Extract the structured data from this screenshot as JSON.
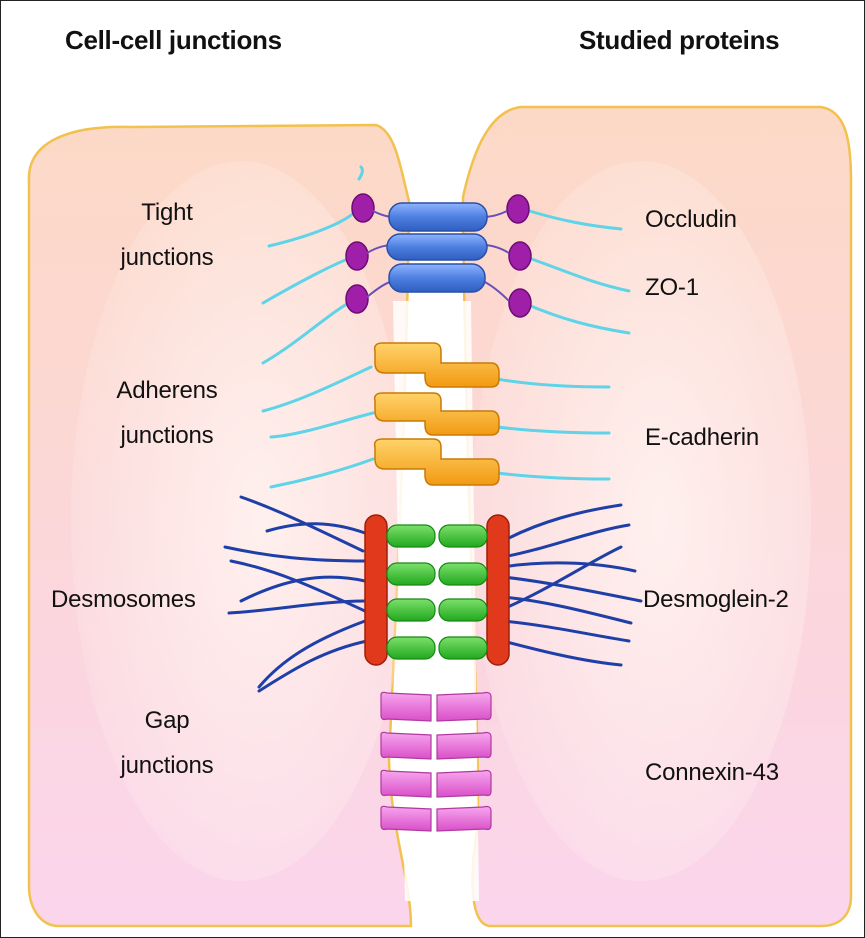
{
  "headings": {
    "left": "Cell-cell junctions",
    "right": "Studied proteins"
  },
  "junction_labels": {
    "tight_line1": "Tight",
    "tight_line2": "junctions",
    "adherens_line1": "Adherens",
    "adherens_line2": "junctions",
    "desmosomes": "Desmosomes",
    "gap_line1": "Gap",
    "gap_line2": "junctions"
  },
  "protein_labels": {
    "occludin": "Occludin",
    "zo1": "ZO-1",
    "e_cadherin": "E-cadherin",
    "desmoglein2": "Desmoglein-2",
    "connexin43": "Connexin-43"
  },
  "colors": {
    "cell_outline": "#f2c14e",
    "cell_fill_top": "#fbd8c8",
    "cell_fill_bottom": "#fbd6ea",
    "tight_junction": "#4d7fe0",
    "zo1_anchor": "#a01fa8",
    "actin_filament": "#5fd3e8",
    "adherens": "#f5a623",
    "desmosome_cadherin": "#2fbf2f",
    "desmosome_plaque": "#e0391b",
    "intermediate_filament": "#1f3fa8",
    "connexin": "#e86ad8"
  }
}
